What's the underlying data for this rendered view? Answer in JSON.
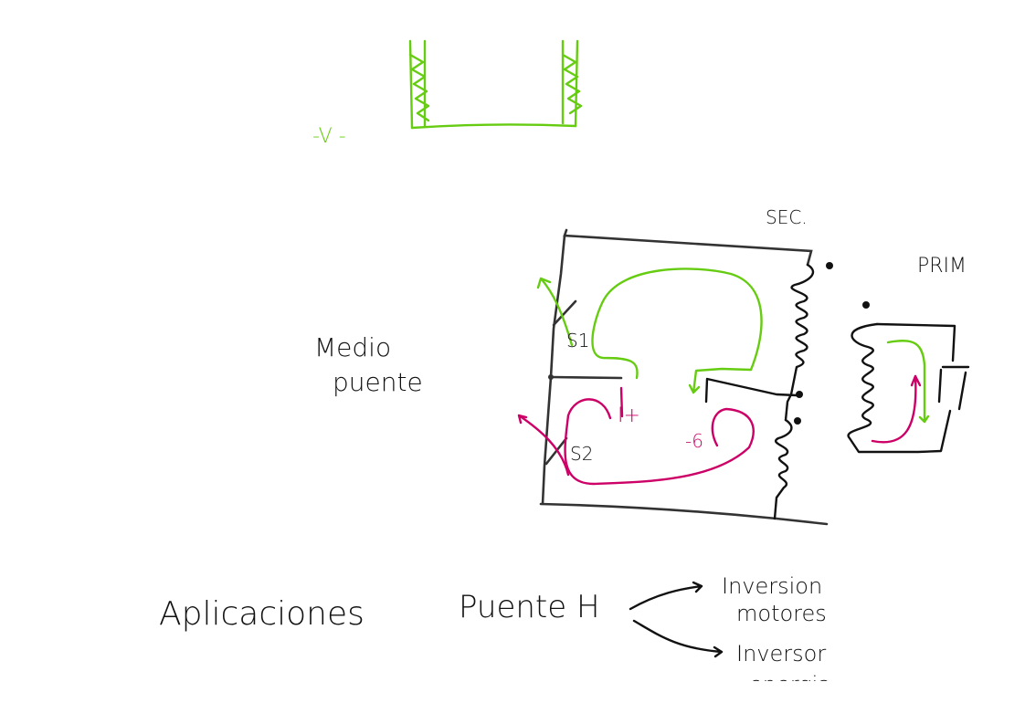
{
  "colors": {
    "ink": "#111111",
    "green": "#66cc11",
    "magenta": "#cc0066",
    "background": "#ffffff"
  },
  "top_sketch": {
    "label_v": "-V -"
  },
  "circuit": {
    "title_line1": "Medio",
    "title_line2": "puente",
    "sec_label": "SEC.",
    "prim_label": "PRIM",
    "s1_label": "S1",
    "s2_label": "S2",
    "plus_label": "I+",
    "minus_label": "-6"
  },
  "applications": {
    "heading": "Aplicaciones",
    "topic": "Puente H",
    "branch1_line1": "Inversion",
    "branch1_line2": "motores",
    "branch2_line1": "Inversor",
    "branch2_line2": "energia"
  }
}
